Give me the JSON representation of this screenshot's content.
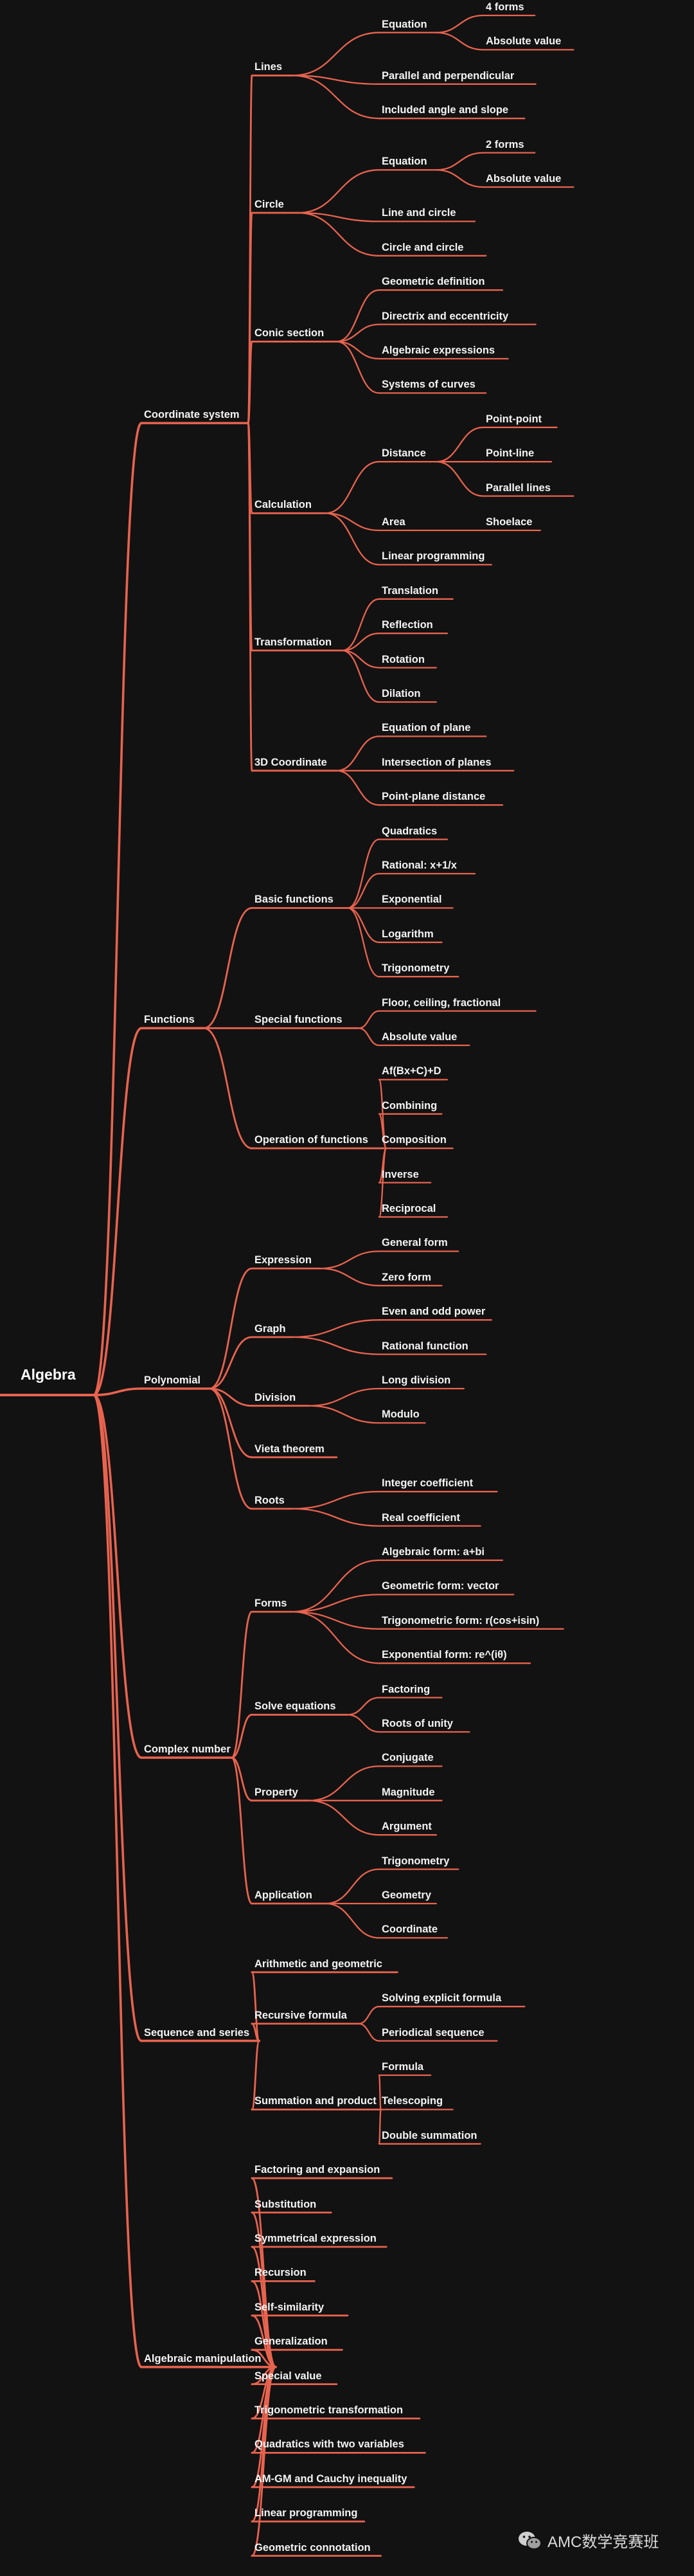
{
  "root": "Algebra",
  "watermark": "AMC数学竞赛班",
  "accent_color": "#e8634f",
  "icons": {
    "watermark": "wechat-icon"
  },
  "nodes": [
    {
      "label": "Coordinate system",
      "children": [
        {
          "label": "Lines",
          "children": [
            {
              "label": "Equation",
              "children": [
                {
                  "label": "4 forms"
                },
                {
                  "label": "Absolute value"
                }
              ]
            },
            {
              "label": "Parallel and perpendicular"
            },
            {
              "label": "Included angle and slope"
            }
          ]
        },
        {
          "label": "Circle",
          "children": [
            {
              "label": "Equation",
              "children": [
                {
                  "label": "2 forms"
                },
                {
                  "label": "Absolute value"
                }
              ]
            },
            {
              "label": "Line and circle"
            },
            {
              "label": "Circle and circle"
            }
          ]
        },
        {
          "label": "Conic section",
          "children": [
            {
              "label": "Geometric definition"
            },
            {
              "label": "Directrix and eccentricity"
            },
            {
              "label": "Algebraic expressions"
            },
            {
              "label": "Systems of curves"
            }
          ]
        },
        {
          "label": "Calculation",
          "children": [
            {
              "label": "Distance",
              "children": [
                {
                  "label": "Point-point"
                },
                {
                  "label": "Point-line"
                },
                {
                  "label": "Parallel lines"
                }
              ]
            },
            {
              "label": "Area",
              "children": [
                {
                  "label": "Shoelace"
                }
              ]
            },
            {
              "label": "Linear programming"
            }
          ]
        },
        {
          "label": "Transformation",
          "children": [
            {
              "label": "Translation"
            },
            {
              "label": "Reflection"
            },
            {
              "label": "Rotation"
            },
            {
              "label": "Dilation"
            }
          ]
        },
        {
          "label": "3D Coordinate",
          "children": [
            {
              "label": "Equation of plane"
            },
            {
              "label": "Intersection of planes"
            },
            {
              "label": "Point-plane distance"
            }
          ]
        }
      ]
    },
    {
      "label": "Functions",
      "children": [
        {
          "label": "Basic functions",
          "children": [
            {
              "label": "Quadratics"
            },
            {
              "label": "Rational: x+1/x"
            },
            {
              "label": "Exponential"
            },
            {
              "label": "Logarithm"
            },
            {
              "label": "Trigonometry"
            }
          ]
        },
        {
          "label": "Special functions",
          "children": [
            {
              "label": "Floor, ceiling, fractional"
            },
            {
              "label": "Absolute value"
            }
          ]
        },
        {
          "label": "Operation of functions",
          "children": [
            {
              "label": "Af(Bx+C)+D"
            },
            {
              "label": "Combining"
            },
            {
              "label": "Composition"
            },
            {
              "label": "Inverse"
            },
            {
              "label": "Reciprocal"
            }
          ]
        }
      ]
    },
    {
      "label": "Polynomial",
      "children": [
        {
          "label": "Expression",
          "children": [
            {
              "label": "General form"
            },
            {
              "label": "Zero form"
            }
          ]
        },
        {
          "label": "Graph",
          "children": [
            {
              "label": "Even and odd power"
            },
            {
              "label": "Rational function"
            }
          ]
        },
        {
          "label": "Division",
          "children": [
            {
              "label": "Long division"
            },
            {
              "label": "Modulo"
            }
          ]
        },
        {
          "label": "Vieta theorem"
        },
        {
          "label": "Roots",
          "children": [
            {
              "label": "Integer coefficient"
            },
            {
              "label": "Real coefficient"
            }
          ]
        }
      ]
    },
    {
      "label": "Complex number",
      "children": [
        {
          "label": "Forms",
          "children": [
            {
              "label": "Algebraic form: a+bi"
            },
            {
              "label": "Geometric form: vector"
            },
            {
              "label": "Trigonometric form: r(cos+isin)"
            },
            {
              "label": "Exponential form: re^(iθ)"
            }
          ]
        },
        {
          "label": "Solve equations",
          "children": [
            {
              "label": "Factoring"
            },
            {
              "label": "Roots of unity"
            }
          ]
        },
        {
          "label": "Property",
          "children": [
            {
              "label": "Conjugate"
            },
            {
              "label": "Magnitude"
            },
            {
              "label": "Argument"
            }
          ]
        },
        {
          "label": "Application",
          "children": [
            {
              "label": "Trigonometry"
            },
            {
              "label": "Geometry"
            },
            {
              "label": "Coordinate"
            }
          ]
        }
      ]
    },
    {
      "label": "Sequence and series",
      "children": [
        {
          "label": "Arithmetic and geometric"
        },
        {
          "label": "Recursive formula",
          "children": [
            {
              "label": "Solving explicit formula"
            },
            {
              "label": "Periodical sequence"
            }
          ]
        },
        {
          "label": "Summation and product",
          "children": [
            {
              "label": "Formula"
            },
            {
              "label": "Telescoping"
            },
            {
              "label": "Double summation"
            }
          ]
        }
      ]
    },
    {
      "label": "Algebraic manipulation",
      "children": [
        {
          "label": "Factoring and expansion"
        },
        {
          "label": "Substitution"
        },
        {
          "label": "Symmetrical expression"
        },
        {
          "label": "Recursion"
        },
        {
          "label": "Self-similarity"
        },
        {
          "label": "Generalization"
        },
        {
          "label": "Special value"
        },
        {
          "label": "Trigonometric transformation"
        },
        {
          "label": "Quadratics with two variables"
        },
        {
          "label": "AM-GM and Cauchy inequality"
        },
        {
          "label": "Linear programming"
        },
        {
          "label": "Geometric connotation"
        }
      ]
    }
  ]
}
